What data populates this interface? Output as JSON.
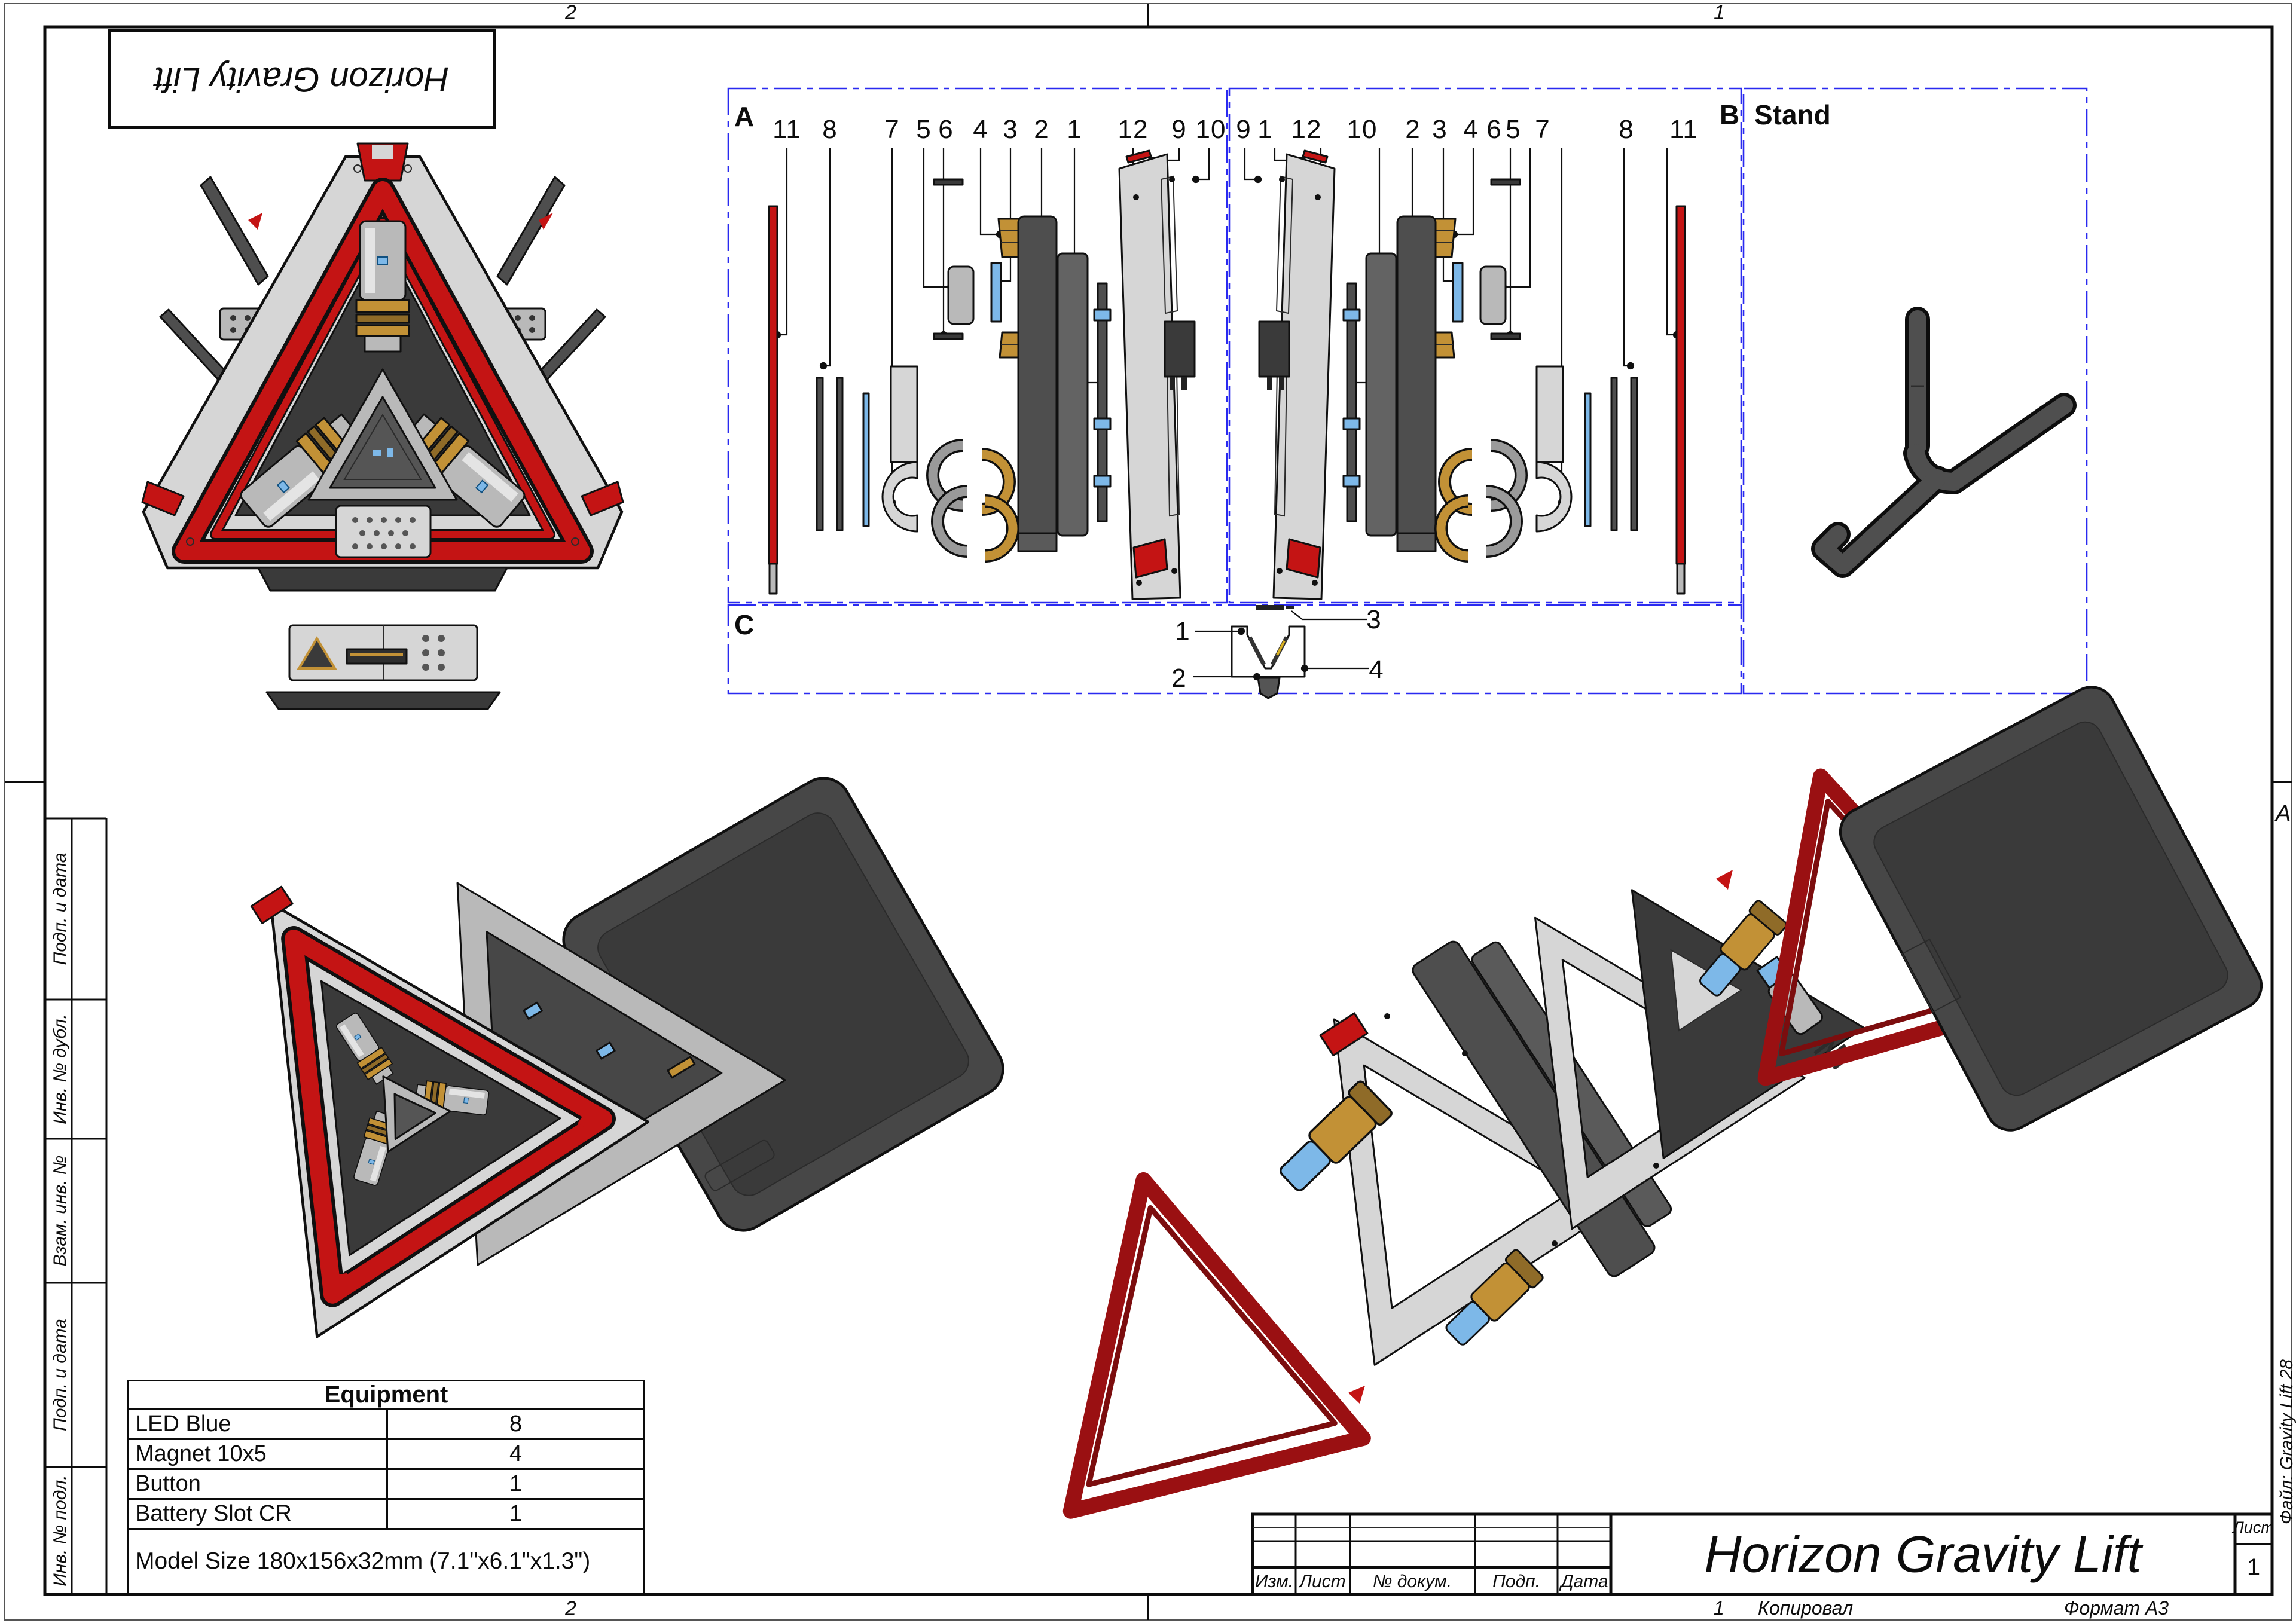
{
  "sheet": {
    "top_margin": {
      "left_zone": "2",
      "right_zone": "1"
    },
    "bottom_margin": {
      "left_zone": "2",
      "sheet_num": "1",
      "copied_label": "Копировал",
      "format_label": "Формат A3"
    },
    "right_margin": {
      "zone_letter": "A",
      "file_label": "Файл: Gravity Lift 28"
    }
  },
  "flip_title": "Horizon Gravity Lift",
  "left_column_labels": [
    "Подп. и дата",
    "Инв. № дубл.",
    "Взам. инв. №",
    "Подп. и дата",
    "Инв. № подл."
  ],
  "views": {
    "a": {
      "label": "A",
      "callouts_left": [
        "11",
        "8",
        "7",
        "5",
        "6",
        "4",
        "3",
        "2",
        "1",
        "12",
        "9",
        "10"
      ],
      "callouts_right": [
        "9",
        "1",
        "12",
        "10",
        "2",
        "3",
        "4",
        "6",
        "5",
        "7",
        "8",
        "11"
      ]
    },
    "b": {
      "label": "B",
      "title": "Stand"
    },
    "c": {
      "label": "C",
      "callouts": [
        "1",
        "2",
        "3",
        "4"
      ]
    }
  },
  "equipment_table": {
    "title": "Equipment",
    "rows": [
      {
        "name": "LED Blue",
        "qty": "8"
      },
      {
        "name": "Magnet 10x5",
        "qty": "4"
      },
      {
        "name": "Button",
        "qty": "1"
      },
      {
        "name": "Battery Slot CR",
        "qty": "1"
      }
    ],
    "footer": "Model Size 180x156x32mm (7.1\"x6.1\"x1.3\")"
  },
  "title_block": {
    "headers": [
      "Изм.",
      "Лист",
      "№ докум.",
      "Подп.",
      "Дата"
    ],
    "doc_title": "Horizon Gravity Lift",
    "sheet_label": "Лист",
    "sheet_value": "1"
  },
  "colors": {
    "accent_red": "#c41414",
    "dark_red": "#9a1012",
    "gold": "#c29136",
    "blue_part": "#7db8e8",
    "frame_blue": "#2a2af0",
    "light_shell": "#d6d6d6",
    "dark_shell": "#474747"
  }
}
